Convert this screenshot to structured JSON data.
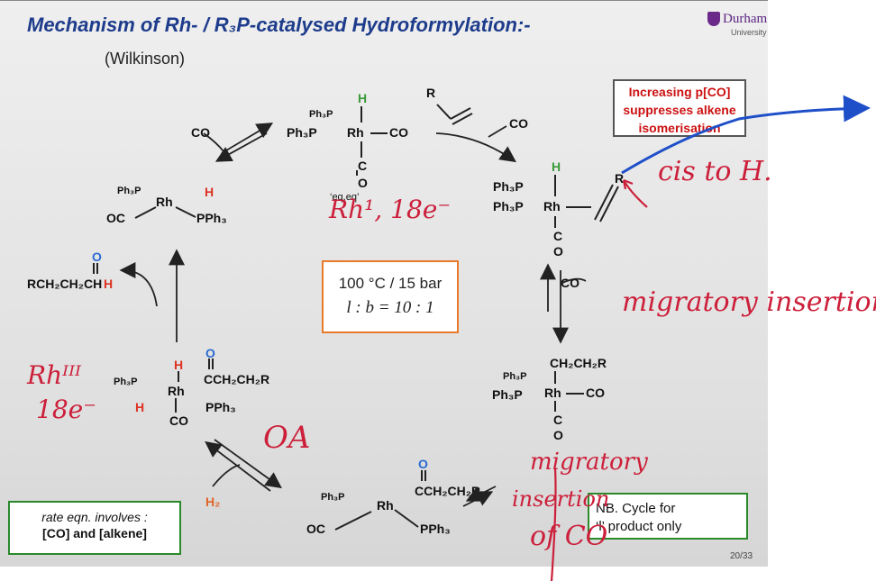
{
  "slide": {
    "title": "Mechanism of Rh- / R₃P-catalysed Hydroformylation:-",
    "subtitle": "(Wilkinson)",
    "logo": {
      "name": "Durham",
      "sub": "University"
    },
    "page_number": "20/33"
  },
  "boxes": {
    "co_note": [
      "Increasing p[CO]",
      "suppresses alkene",
      "isomerisation"
    ],
    "conditions": [
      "100 °C / 15 bar",
      "l : b  =  10 : 1"
    ],
    "rate": [
      "rate eqn. involves :",
      "[CO] and [alkene]"
    ],
    "nb": [
      "NB. Cycle for",
      "‘l’ product only"
    ]
  },
  "labels": {
    "co": "CO",
    "h2": "H₂",
    "eq": "‘eq,eq’",
    "aldehyde": "RCH₂CH₂CH",
    "alkene_r": "R"
  },
  "complexes": {
    "top": {
      "l1": "Ph₃P",
      "l2": "Ph₃P",
      "metal": "Rh",
      "h": "H",
      "co_right": "CO",
      "co_bottom": "C",
      "o": "O"
    },
    "upper_left": {
      "l1": "Ph₃P",
      "metal": "Rh",
      "h": "H",
      "oc": "OC",
      "pph3": "PPh₃"
    },
    "right_alkene": {
      "l1": "Ph₃P",
      "l2": "Ph₃P",
      "metal": "Rh",
      "h": "H",
      "r": "R",
      "c": "C",
      "o": "O"
    },
    "right_alkyl": {
      "chain": "CH₂CH₂R",
      "l1": "Ph₃P",
      "l2": "Ph₃P",
      "metal": "Rh",
      "co": "CO",
      "c": "C",
      "o": "O"
    },
    "left_dihydride": {
      "l1": "Ph₃P",
      "metal": "Rh",
      "h1": "H",
      "h2": "H",
      "acyl": "CCH₂CH₂R",
      "o": "O",
      "pph3": "PPh₃",
      "co": "CO"
    },
    "bottom_acyl": {
      "l1": "Ph₃P",
      "metal": "Rh",
      "acyl": "CCH₂CH₂R",
      "o": "O",
      "oc": "OC",
      "pph3": "PPh₃"
    }
  },
  "handwriting": {
    "top_ann": "Rh¹, 18e⁻",
    "cis": "cis to H.",
    "migratory": "migratory insertion",
    "rh3": "Rhᴵᴵᴵ",
    "e18": "18e⁻",
    "oa": "OA",
    "mig2a": "migratory",
    "mig2b": "insertion",
    "mig2c": "of CO"
  }
}
